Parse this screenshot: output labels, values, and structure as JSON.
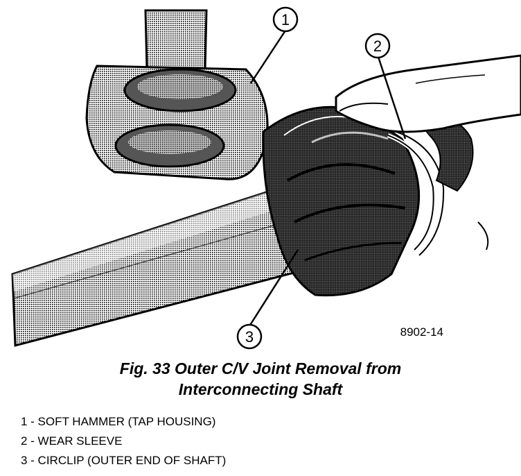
{
  "figure": {
    "code": "8902-14",
    "callouts": [
      "1",
      "2",
      "3"
    ]
  },
  "caption": {
    "line1": "Fig. 33 Outer C/V Joint Removal from",
    "line2": "Interconnecting Shaft"
  },
  "legend": [
    "1 - SOFT HAMMER (TAP HOUSING)",
    "2 - WEAR SLEEVE",
    "3 - CIRCLIP (OUTER END OF SHAFT)"
  ]
}
